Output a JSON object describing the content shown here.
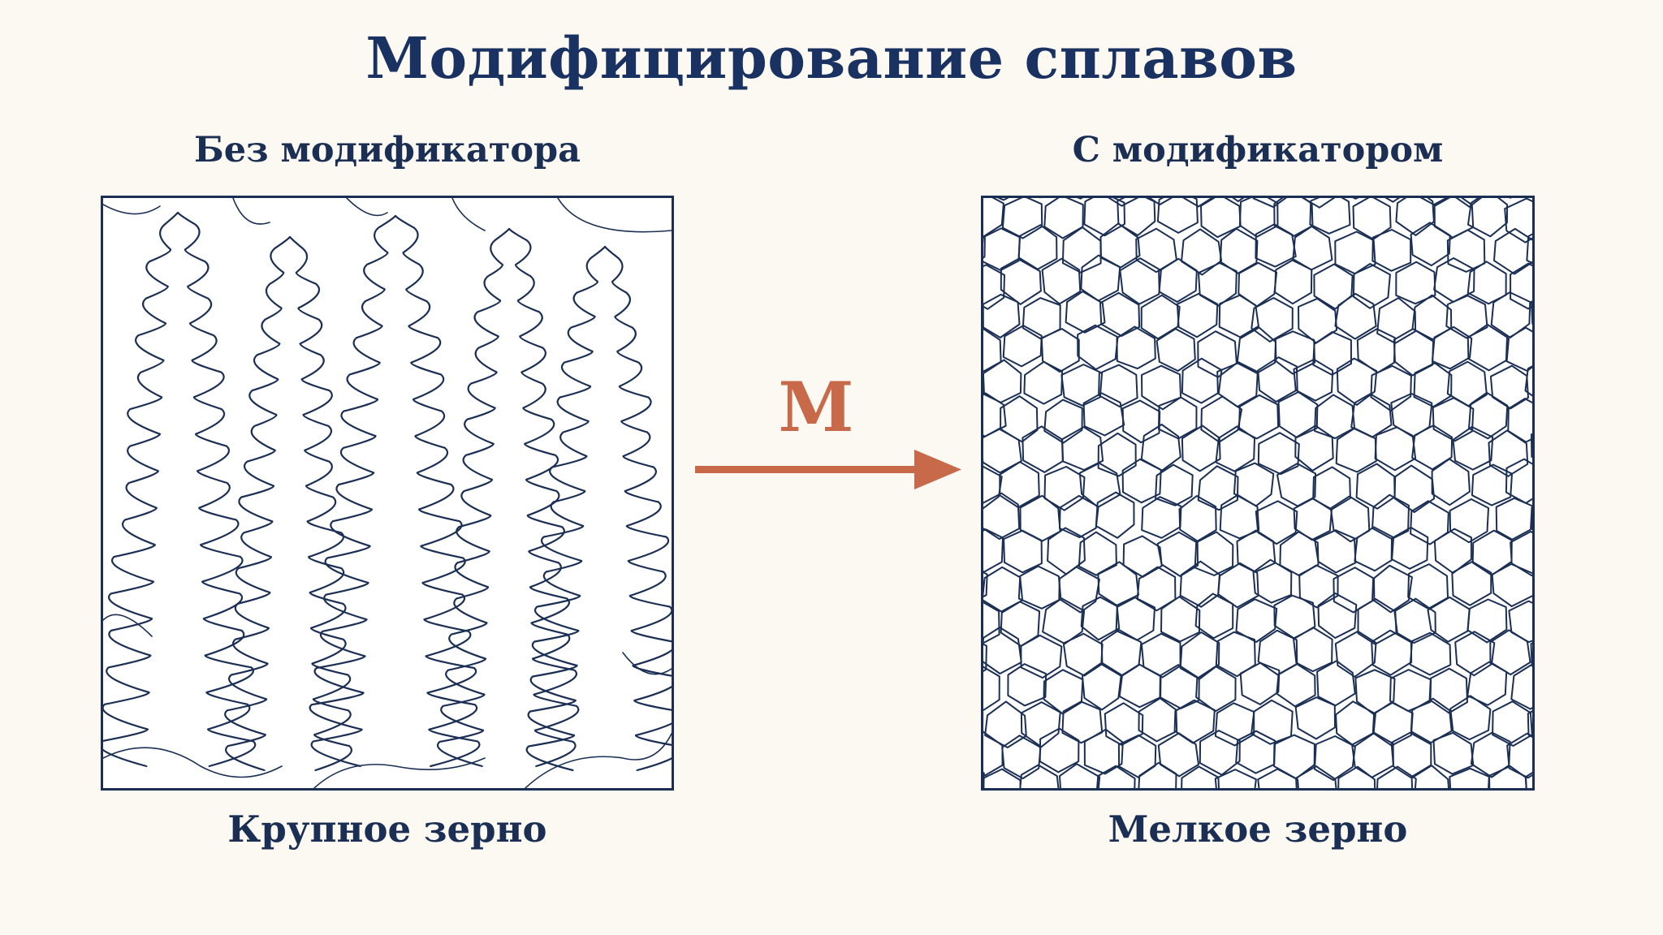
{
  "title": "Модифицирование сплавов",
  "left_panel": {
    "heading": "Без модификатора",
    "caption": "Крупное зерно",
    "micro_structure": "dendrite"
  },
  "right_panel": {
    "heading": "С модификатором",
    "caption": "Мелкое зерно",
    "micro_structure": "equiaxed-grains"
  },
  "modifier": {
    "symbol": "М"
  },
  "colors": {
    "background": "#fcf9f2",
    "ink": "#1b2f55",
    "accent": "#c8694a"
  }
}
